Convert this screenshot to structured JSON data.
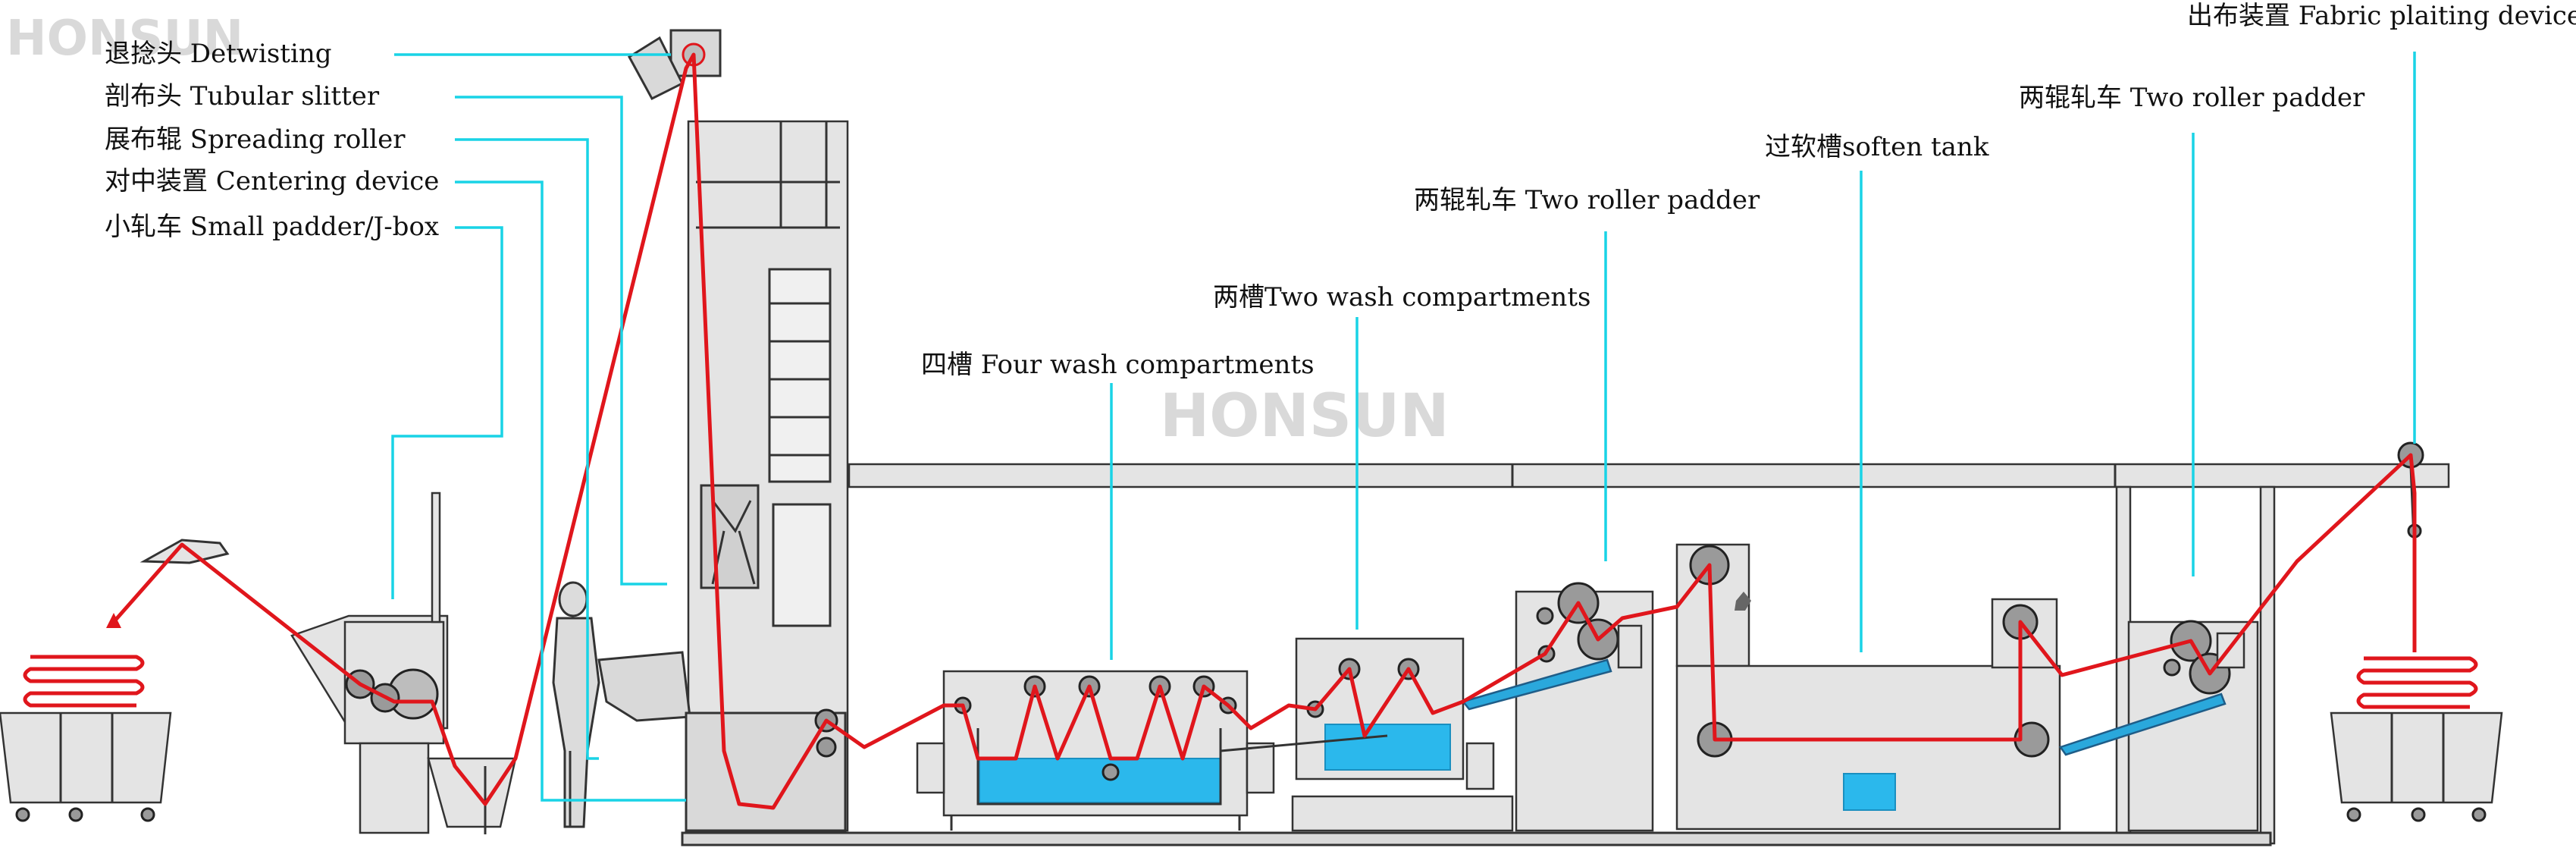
{
  "watermarks": {
    "top_left": "HONSUN",
    "center": "HONSUN"
  },
  "labels": {
    "detwisting": "退捻头 Detwisting",
    "tubular_slitter": "剖布头 Tubular slitter",
    "spreading_roller": "展布辊 Spreading roller",
    "centering_device": "对中装置 Centering device",
    "small_padder": "小轧车 Small padder/J-box",
    "four_wash": "四槽 Four wash compartments",
    "two_wash": "两槽Two wash compartments",
    "two_roller_padder_1": "两辊轧车 Two roller padder",
    "soften_tank": "过软槽soften tank",
    "two_roller_padder_2": "两辊轧车 Two roller padder",
    "fabric_plaiting": "出布装置 Fabric plaiting device"
  },
  "colors": {
    "leader": "#19d3e6",
    "fabric": "#e0161c",
    "water": "#2bb8ec",
    "machine": "#d9d9d9"
  }
}
